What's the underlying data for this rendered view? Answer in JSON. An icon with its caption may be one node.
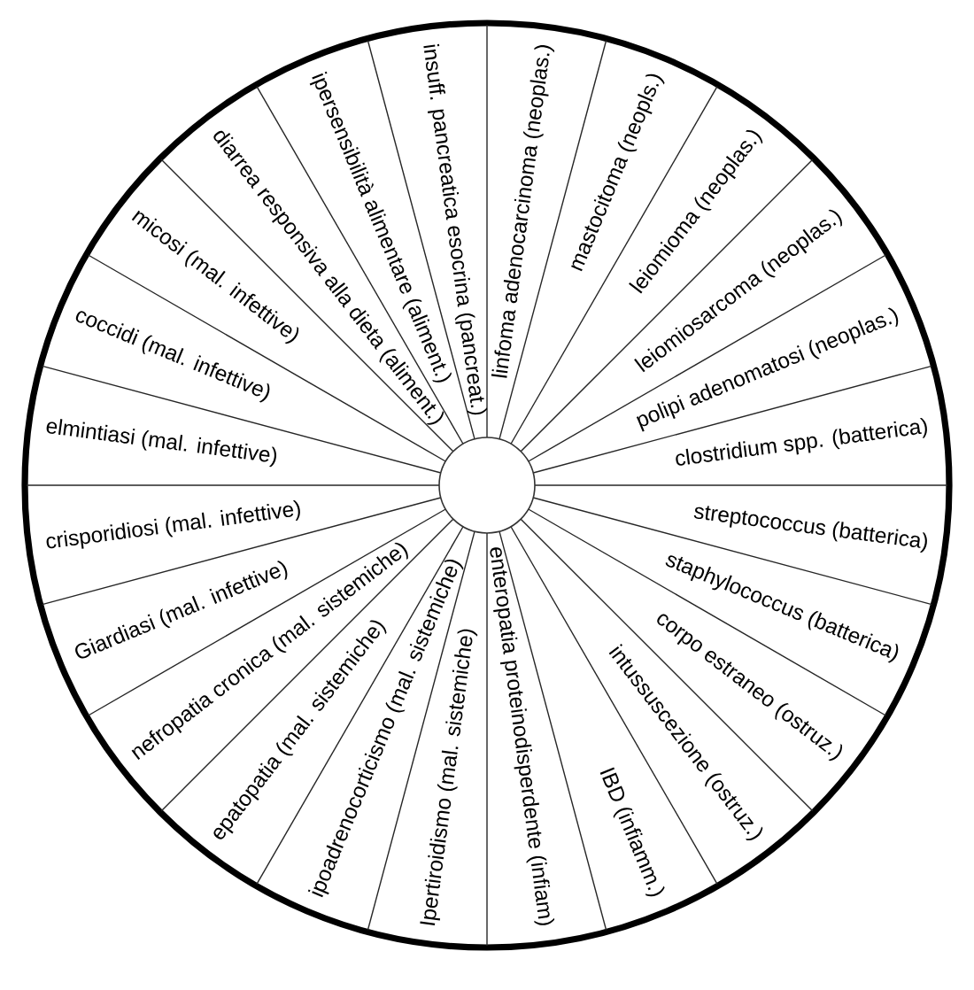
{
  "diagram": {
    "nodes": [
      {
        "text": [
          "linfoma adenocarcinoma (neoplas.)"
        ]
      },
      {
        "text": [
          "mastocitoma (neopls.)"
        ]
      },
      {
        "text": [
          "leiomioma (neoplas.)"
        ]
      },
      {
        "text": [
          "leiomiosarcoma (neoplas.)"
        ]
      },
      {
        "text": [
          "polipi adenomatosi (neoplas.)"
        ]
      },
      {
        "text": [
          "clostridium spp. (batterica)"
        ]
      },
      {
        "text": [
          "streptococcus (batterica)"
        ]
      },
      {
        "text": [
          "staphylococcus (batterica)"
        ]
      },
      {
        "text": [
          "corpo estraneo (ostruz.)"
        ]
      },
      {
        "text": [
          "intussuscezione (ostruz.)"
        ]
      },
      {
        "text": [
          "IBD (infiamm.)"
        ]
      },
      {
        "text": [
          "enteropatia proteinodisperdente (infiam)"
        ]
      },
      {
        "text": [
          "Ipertiroidismo (mal. sistemiche)"
        ]
      },
      {
        "text": [
          "ipoadrenocorticismo (mal. sistemiche)"
        ]
      },
      {
        "text": [
          "epatopatia (mal. sistemiche)"
        ]
      },
      {
        "text": [
          "nefropatia cronica (mal. sistemiche)"
        ]
      },
      {
        "text": [
          "Giardiasi (mal. infettive)"
        ]
      },
      {
        "text": [
          "crisporidiosi (mal. infettive)"
        ]
      },
      {
        "text": [
          "elmintiasi (mal. infettive)"
        ]
      },
      {
        "text": [
          "coccidi (mal. infettive)"
        ]
      },
      {
        "text": [
          "micosi (mal. infettive)"
        ]
      },
      {
        "text": [
          "diarrea responsiva alla dieta (aliment.)"
        ]
      },
      {
        "text": [
          "ipersensibilità alimentare (aliment.)"
        ]
      },
      {
        "text": [
          "insuff. pancreatica esocrina (pancreat.)"
        ]
      }
    ]
  }
}
